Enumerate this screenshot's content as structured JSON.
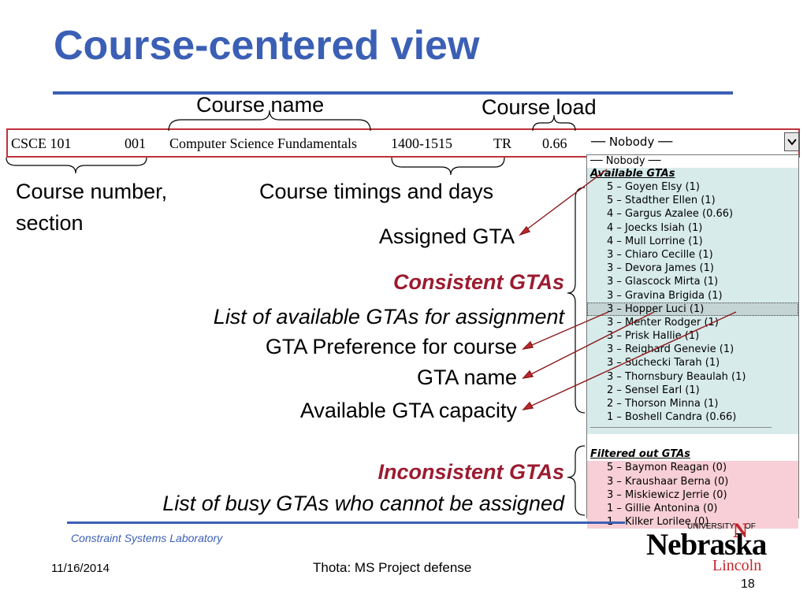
{
  "slide": {
    "title": "Course-centered view",
    "footer_left": "Constraint Systems Laboratory",
    "date": "11/16/2014",
    "footer_center": "Thota: MS Project defense",
    "page_number": "18"
  },
  "annotations": {
    "course_name": "Course name",
    "course_load": "Course load",
    "course_number_line1": "Course number,",
    "course_number_line2": "section",
    "course_timings": "Course timings and days",
    "assigned_gta": "Assigned GTA",
    "consistent": "Consistent GTAs",
    "available_list": "List of available GTAs for assignment",
    "preference": "GTA Preference for course",
    "gta_name": "GTA name",
    "capacity": "Available GTA capacity",
    "inconsistent": "Inconsistent GTAs",
    "busy_list": "List of busy GTAs who cannot be assigned"
  },
  "course_row": {
    "number": "CSCE 101",
    "section": "001",
    "name": "Computer Science Fundamentals",
    "time": "1400-1515",
    "days": "TR",
    "load": "0.66",
    "selected": "── Nobody ──"
  },
  "dropdown": {
    "nobody": "── Nobody ──",
    "available_header": "Available GTAs",
    "available": [
      "5 – Goyen Elsy (1)",
      "5 – Stadther Ellen (1)",
      "4 – Gargus Azalee (0.66)",
      "4 – Joecks Isiah (1)",
      "4 – Mull Lorrine (1)",
      "3 – Chiaro Cecille (1)",
      "3 – Devora James (1)",
      "3 – Glascock Mirta (1)",
      "3 – Gravina Brigida (1)",
      "3 – Hopper Luci (1)",
      "3 – Menter Rodger (1)",
      "3 – Prisk Hallie (1)",
      "3 – Reighard Genevie (1)",
      "3 – Suchecki Tarah (1)",
      "3 – Thornsbury Beaulah (1)",
      "2 – Sensel Earl (1)",
      "2 – Thorson Minna (1)",
      "1 – Boshell Candra (0.66)"
    ],
    "filtered_header": "Filtered out GTAs",
    "filtered": [
      "5 – Baymon Reagan (0)",
      "3 – Kraushaar Berna (0)",
      "3 – Miskiewicz Jerrie (0)",
      "1 – Gillie Antonina (0)",
      "1 – Kilker Lorilee (0)"
    ]
  },
  "logo": {
    "university": "UNIVERSITY",
    "of": "OF",
    "name": "Nebraska",
    "campus": "Lincoln",
    "mark": "N"
  },
  "colors": {
    "title_blue": "#3b5fb5",
    "accent_red": "#9b1b30",
    "available_bg": "#d8ebeb",
    "filtered_bg": "#f8cfd6"
  }
}
